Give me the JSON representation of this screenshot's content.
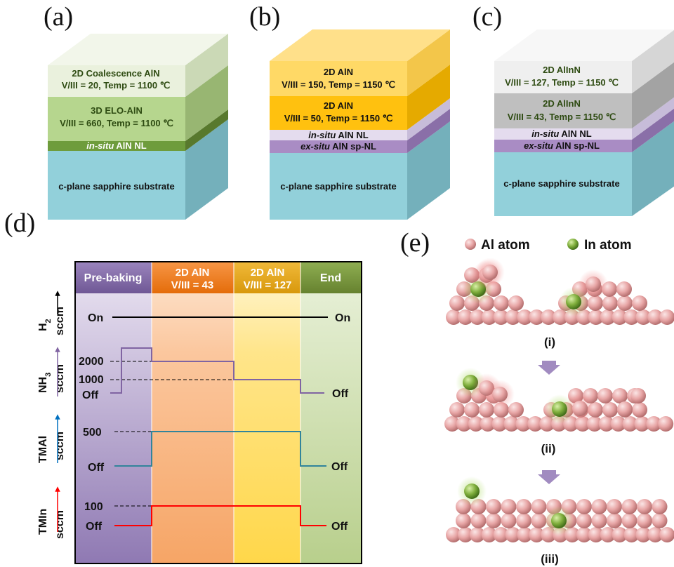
{
  "colors": {
    "substrate": "#92d0da",
    "aln_nl": "#6e9c3c",
    "elo": "#b6d68e",
    "coalescence": "#eaf1dd",
    "sp_nl": "#a98cc4",
    "insitu_light": "#e4dcee",
    "aln_orange": "#ffc10f",
    "aln_yellow": "#ffd966",
    "alinn_gray": "#bfbfbf",
    "alinn_light": "#efefef",
    "prebake": "#8064a2",
    "step43": "#f07d21",
    "step127": "#e5aa18",
    "end": "#77933c",
    "h2_line": "#000000",
    "nh3_line": "#8064a2",
    "tmal_line": "#31849b",
    "tmin_line": "#ff0000",
    "al_atom": "#e8a6a6",
    "in_atom": "#7fae3c"
  },
  "panel_labels": {
    "a": "(a)",
    "b": "(b)",
    "c": "(c)",
    "d": "(d)",
    "e": "(e)"
  },
  "panel_a": {
    "coalescence_name": "2D Coalescence AlN",
    "coalescence_cond": "V/III = 20, Temp = 1100 ℃",
    "elo_name": "3D ELO-AlN",
    "elo_cond": "V/III = 660, Temp = 1100 ℃",
    "nl_italic": "in-situ",
    "nl_rest": " AlN NL",
    "substrate": "c-plane sapphire substrate"
  },
  "panel_b": {
    "top_name": "2D AlN",
    "top_cond": "V/III = 150, Temp = 1150 ℃",
    "mid_name": "2D AlN",
    "mid_cond": "V/III = 50, Temp = 1150 ℃",
    "insitu_italic": "in-situ",
    "insitu_rest": " AlN NL",
    "exsitu_italic": "ex-situ",
    "exsitu_rest": " AlN sp-NL",
    "substrate": "c-plane sapphire substrate"
  },
  "panel_c": {
    "top_name": "2D AlInN",
    "top_cond": "V/III = 127, Temp = 1150 ℃",
    "mid_name": "2D AlInN",
    "mid_cond": "V/III = 43, Temp = 1150 ℃",
    "insitu_italic": "in-situ",
    "insitu_rest": " AlN NL",
    "exsitu_italic": "ex-situ",
    "exsitu_rest": " AlN sp-NL",
    "substrate": "c-plane sapphire substrate"
  },
  "panel_d": {
    "steps": [
      {
        "line1": "Pre-baking",
        "line2": ""
      },
      {
        "line1": "2D AlN",
        "line2": "V/III = 43"
      },
      {
        "line1": "2D AlN",
        "line2": "V/III = 127"
      },
      {
        "line1": "End",
        "line2": ""
      }
    ],
    "h2": {
      "axis_main": "H",
      "axis_sub": "2",
      "axis_unit": "sccm",
      "left_value": "On",
      "right_value": "On"
    },
    "nh3": {
      "axis_main": "NH",
      "axis_sub": "3",
      "axis_unit": "sccm",
      "level_high": "2000",
      "level_mid": "1000",
      "left_value": "Off",
      "right_value": "Off"
    },
    "tmal": {
      "axis_main": "TMAl",
      "axis_unit": "sccm",
      "level": "500",
      "left_value": "Off",
      "right_value": "Off"
    },
    "tmin": {
      "axis_main": "TMIn",
      "axis_unit": "sccm",
      "level": "100",
      "left_value": "Off",
      "right_value": "Off"
    }
  },
  "panel_e": {
    "legend_al": "Al atom",
    "legend_in": "In atom",
    "stage_labels": [
      "(i)",
      "(ii)",
      "(iii)"
    ]
  }
}
